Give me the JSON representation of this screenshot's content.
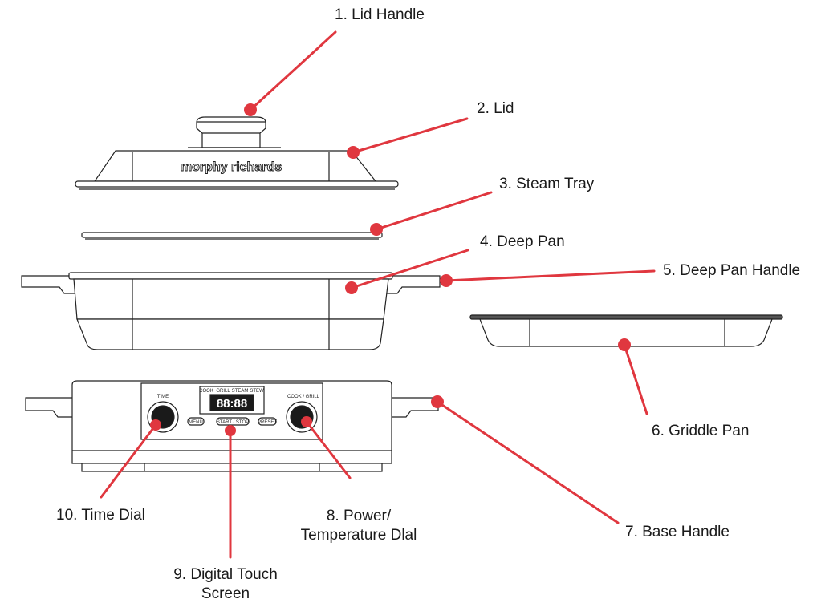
{
  "brand": "morphy richards",
  "accent_color": "#e0373f",
  "labels": {
    "lid_handle": "1. Lid Handle",
    "lid": "2. Lid",
    "steam_tray": "3. Steam Tray",
    "deep_pan": "4. Deep Pan",
    "deep_pan_handle": "5. Deep Pan Handle",
    "griddle_pan": "6. Griddle Pan",
    "base_handle": "7. Base Handle",
    "power_temp_dial_line1": "8. Power/",
    "power_temp_dial_line2": "Temperature Dlal",
    "digital_screen_line1": "9.  Digital Touch",
    "digital_screen_line2": "Screen",
    "time_dial": "10. Time Dial"
  },
  "control_panel": {
    "time_label": "TIME",
    "cook_grill_label": "COOK / GRILL",
    "display_digits": "88:88",
    "mode_tags": [
      "COOK",
      "GRILL",
      "STEAM",
      "STEW"
    ],
    "menu_button": "MENU",
    "start_stop_button": "START / STOP",
    "preset_button": "PRESET"
  }
}
